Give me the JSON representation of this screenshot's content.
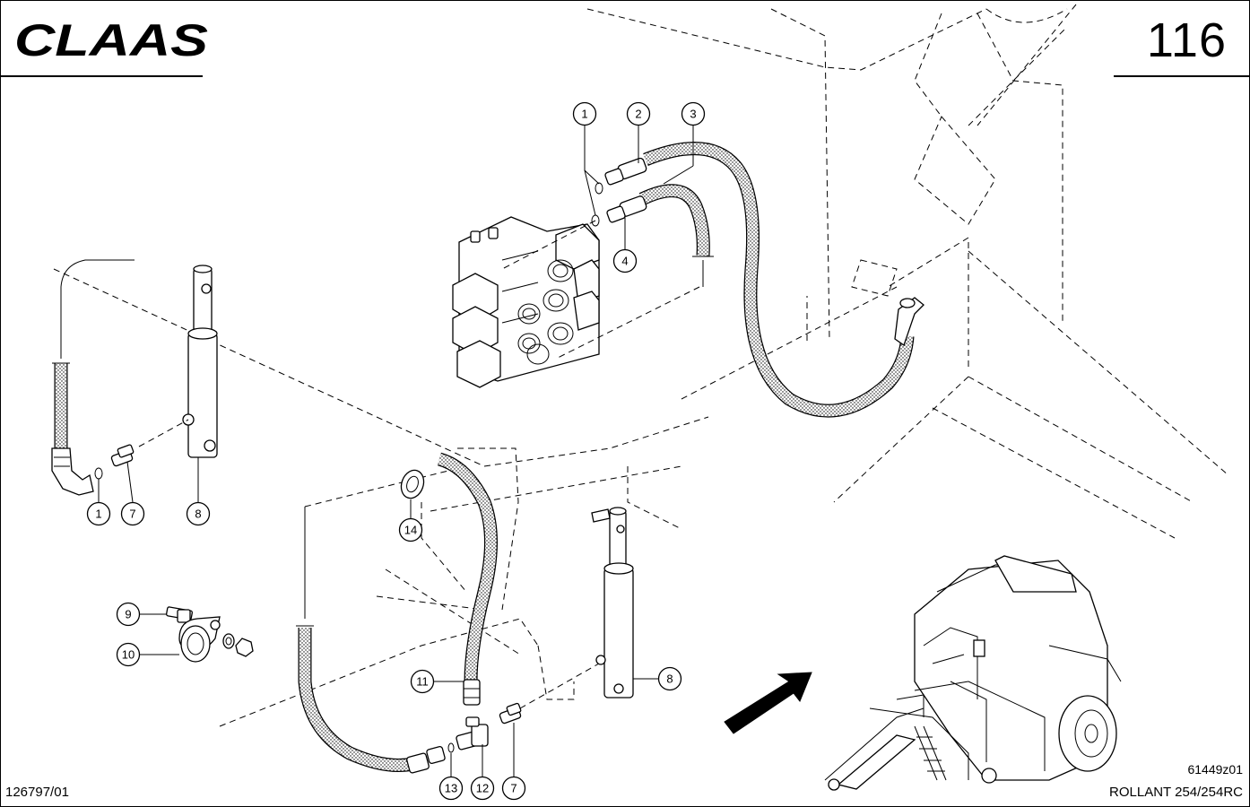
{
  "header": {
    "brand": "CLAAS",
    "page_number": "116"
  },
  "footer": {
    "doc_number": "126797/01",
    "image_code": "61449z01",
    "model": "ROLLANT 254/254RC"
  },
  "callouts": [
    {
      "id": "callout-1-top",
      "label": "1"
    },
    {
      "id": "callout-2",
      "label": "2"
    },
    {
      "id": "callout-3",
      "label": "3"
    },
    {
      "id": "callout-4",
      "label": "4"
    },
    {
      "id": "callout-1-left",
      "label": "1"
    },
    {
      "id": "callout-7-left",
      "label": "7"
    },
    {
      "id": "callout-8-left",
      "label": "8"
    },
    {
      "id": "callout-9",
      "label": "9"
    },
    {
      "id": "callout-10",
      "label": "10"
    },
    {
      "id": "callout-14",
      "label": "14"
    },
    {
      "id": "callout-11",
      "label": "11"
    },
    {
      "id": "callout-8-right",
      "label": "8"
    },
    {
      "id": "callout-13",
      "label": "13"
    },
    {
      "id": "callout-12",
      "label": "12"
    },
    {
      "id": "callout-7-bottom",
      "label": "7"
    }
  ]
}
